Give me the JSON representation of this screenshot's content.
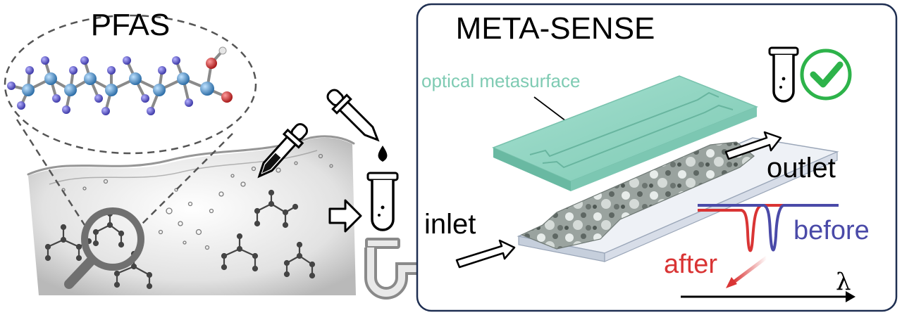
{
  "left_panel": {
    "title": "PFAS"
  },
  "right_panel": {
    "title": "META-SENSE",
    "metasurface_label": "optical metasurface",
    "inlet_label": "inlet",
    "outlet_label": "outlet",
    "spectrum": {
      "before_label": "before",
      "after_label": "after",
      "axis_label": "λ"
    }
  },
  "colors": {
    "metasurface": "#8fd4c1",
    "metasurface_text": "#7fcbb3",
    "before": "#4a4aa8",
    "after": "#d93434",
    "check": "#2db34a",
    "atom_fluorine": "#5a55c8",
    "atom_carbon": "#4a90c8",
    "atom_oxygen": "#d42828",
    "panel_border": "#1f2f52"
  }
}
